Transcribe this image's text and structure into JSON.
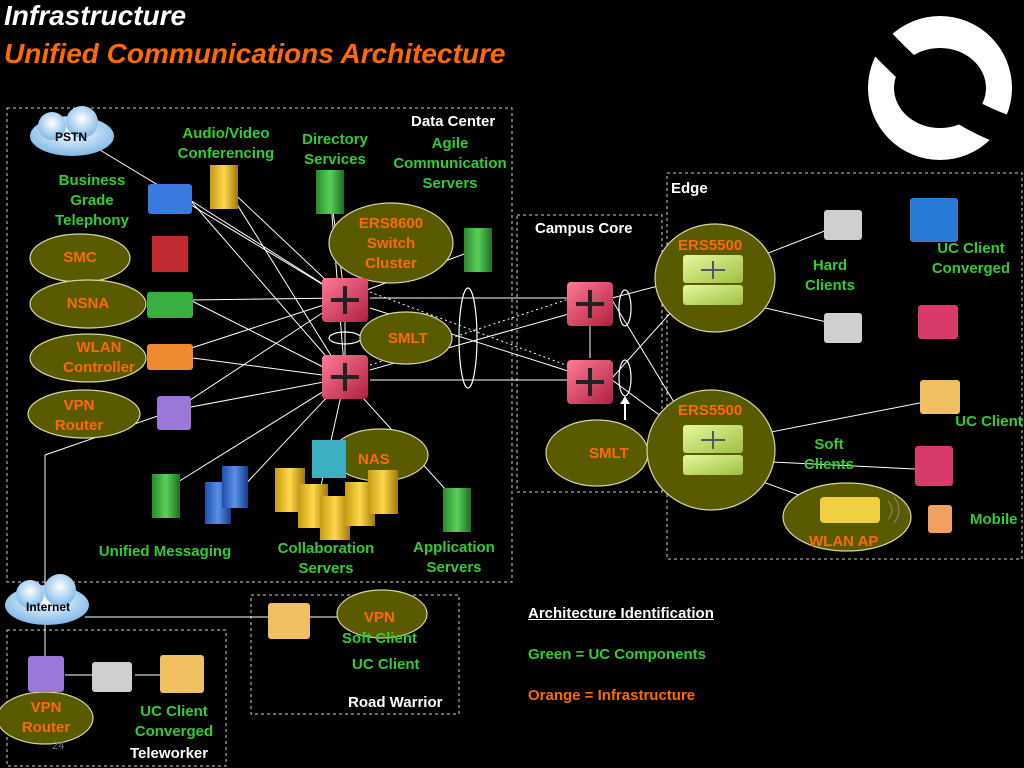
{
  "title": "Infrastructure",
  "subtitle": "Unified Communications Architecture",
  "zones": {
    "data_center": "Data Center",
    "campus_core": "Campus Core",
    "edge": "Edge",
    "road_warrior": "Road Warrior",
    "teleworker": "Teleworker"
  },
  "clouds": {
    "pstn": "PSTN",
    "internet": "Internet"
  },
  "labels": {
    "audio_video": "Audio/Video Conferencing",
    "directory": "Directory Services",
    "agile": "Agile Communication Servers",
    "business": "Business Grade Telephony",
    "smc": "SMC",
    "nsna": "NSNA",
    "wlan_controller": "WLAN Controller",
    "vpn_router": "VPN Router",
    "ers8600": "ERS8600 Switch Cluster",
    "smlt_dc": "SMLT",
    "nas": "NAS",
    "unified_messaging": "Unified Messaging",
    "collaboration": "Collaboration Servers",
    "application": "Application Servers",
    "smlt_core": "SMLT",
    "ers5500_a": "ERS5500",
    "ers5500_b": "ERS5500",
    "hard_clients": "Hard Clients",
    "uc_client_converged": "UC Client Converged",
    "soft_clients": "Soft Clients",
    "uc_client": "UC Client",
    "mobile": "Mobile",
    "wlan_ap": "WLAN AP",
    "vpn_rw": "VPN",
    "soft_client_rw": "Soft Client",
    "uc_client_rw": "UC Client",
    "vpn_router_tw": "VPN Router",
    "uc_client_converged_tw": "UC Client Converged"
  },
  "legend": {
    "heading": "Architecture Identification",
    "green": "Green = UC Components",
    "orange": "Orange = Infrastructure"
  },
  "page_number": "24",
  "colors": {
    "uc_green": "#33cc33",
    "infra_orange": "#ff6a00",
    "ellipse_fill": "#5a5a00",
    "ellipse_stroke": "#d8d8a0",
    "switch_red": "#d83a5a"
  }
}
